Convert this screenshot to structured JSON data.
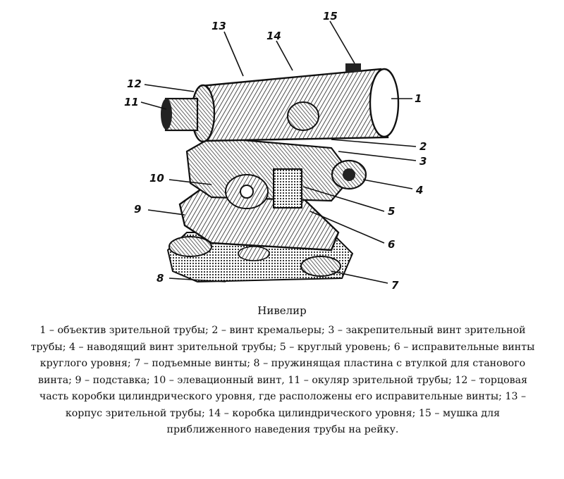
{
  "caption": {
    "title": "Нивелир",
    "text": "1 – объектив зрительной трубы; 2 – винт кремальеры; 3 – закрепительный винт зрительной трубы; 4 – наводящий винт зрительной трубы; 5 – круглый уровень; 6 – исправительные винты круглого уровня; 7 – подъемные винты; 8 – пружинящая пластина с втулкой для станового винта; 9 – подставка; 10 – элевационный винт, 11 – окуляр зрительной трубы; 12 – торцовая часть коробки цилиндрического уровня, где расположены его исправительные винты; 13 – корпус зрительной трубы; 14 – коробка цилиндрического уровня; 15 – мушка для приближенного наведения трубы на рейку."
  },
  "labels": {
    "l1": "1",
    "l2": "2",
    "l3": "3",
    "l4": "4",
    "l5": "5",
    "l6": "6",
    "l7": "7",
    "l8": "8",
    "l9": "9",
    "l10": "10",
    "l11": "11",
    "l12": "12",
    "l13": "13",
    "l14": "14",
    "l15": "15"
  }
}
